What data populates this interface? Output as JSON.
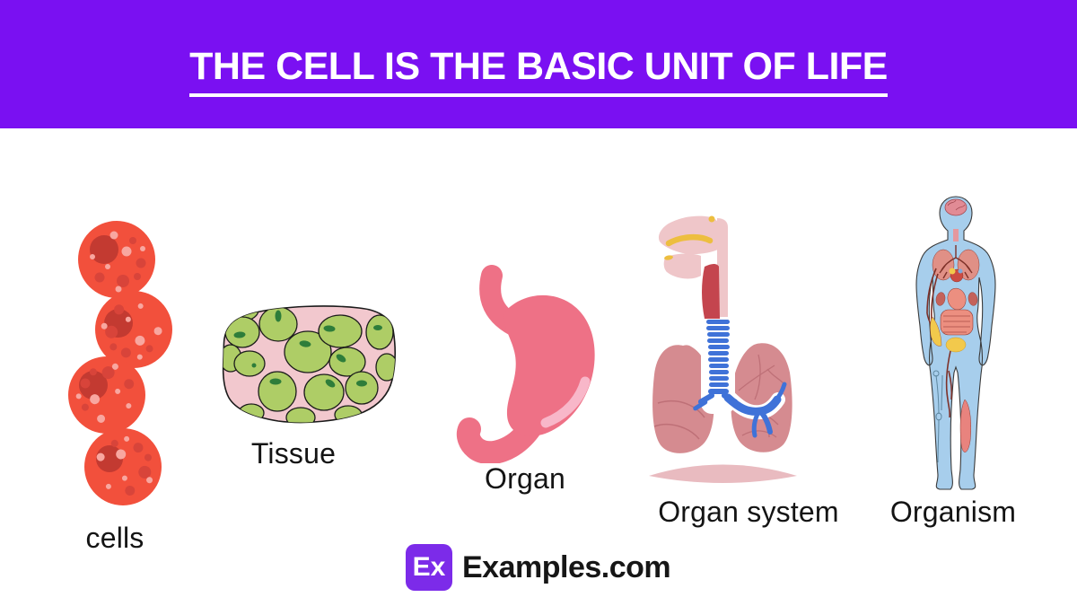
{
  "header": {
    "title": "THE CELL IS THE BASIC UNIT OF LIFE",
    "background_color": "#7A10F2",
    "text_color": "#FFFFFF",
    "underlined": true
  },
  "stages": [
    {
      "id": "cells",
      "label": "cells",
      "illustration": "red-cells-cluster"
    },
    {
      "id": "tissue",
      "label": "Tissue",
      "illustration": "plant-tissue-micrograph"
    },
    {
      "id": "organ",
      "label": "Organ",
      "illustration": "stomach"
    },
    {
      "id": "organ-system",
      "label": "Organ system",
      "illustration": "respiratory-system"
    },
    {
      "id": "organism",
      "label": "Organism",
      "illustration": "human-body-anatomy"
    }
  ],
  "footer": {
    "logo_badge": "Ex",
    "logo_text": "Examples.com",
    "badge_color": "#7C2BE9"
  },
  "colors": {
    "banner_purple": "#7A10F2",
    "cell_red": "#F2503C",
    "cell_nucleus_red": "#C33A31",
    "tissue_green": "#AECD66",
    "tissue_pink": "#F2C8CE",
    "tissue_nucleus_green": "#2E7D3A",
    "stomach_pink": "#EE7186",
    "stomach_highlight": "#F8B7C9",
    "lung_rose": "#D58B90",
    "trachea_blue": "#3F72D8",
    "throat_red": "#C4454E",
    "face_pink": "#EFC6C9",
    "nasal_yellow": "#EDBE3F",
    "diaphragm_pink": "#E9BBC0",
    "body_blue": "#A7CEEC",
    "organ_salmon": "#EC8F80",
    "pelvis_yellow": "#F2C94C"
  }
}
